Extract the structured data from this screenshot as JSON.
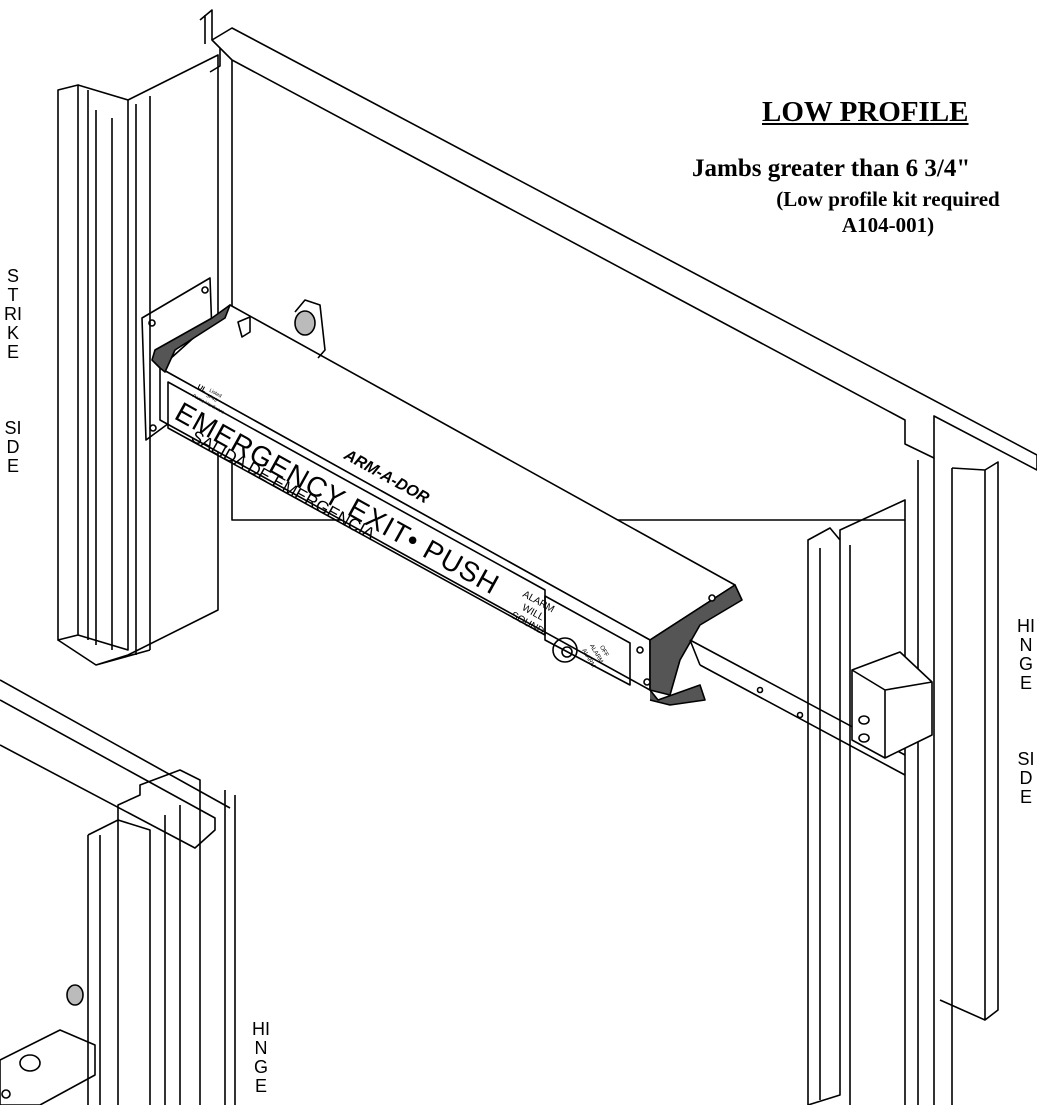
{
  "header": {
    "title": "LOW PROFILE",
    "subtitle": "Jambs greater than 6 3/4\"",
    "note_line1": "(Low profile kit required",
    "note_line2": "A104-001)"
  },
  "side_labels": {
    "strike_word1": "STRIKE",
    "strike_word2": "SIDE",
    "hinge_right_word1": "HINGE",
    "hinge_right_word2": "SIDE",
    "hinge_bottom_word1": "HINGE"
  },
  "device": {
    "brand": "ARM-A-DOR",
    "line1": "EMERGENCY EXIT• PUSH",
    "line2": "SALIDA DE EMERGENCIA",
    "alarm_line1": "ALARM",
    "alarm_line2": "WILL",
    "alarm_line3": "SOUND",
    "ul_mark": "UL",
    "listing_line1": "Listed",
    "listing_line2": "3F43",
    "listing_line3": "Panic Hardware",
    "key_line1": "ALARM",
    "key_line2": "ALARM",
    "key_line3": "OFF"
  }
}
